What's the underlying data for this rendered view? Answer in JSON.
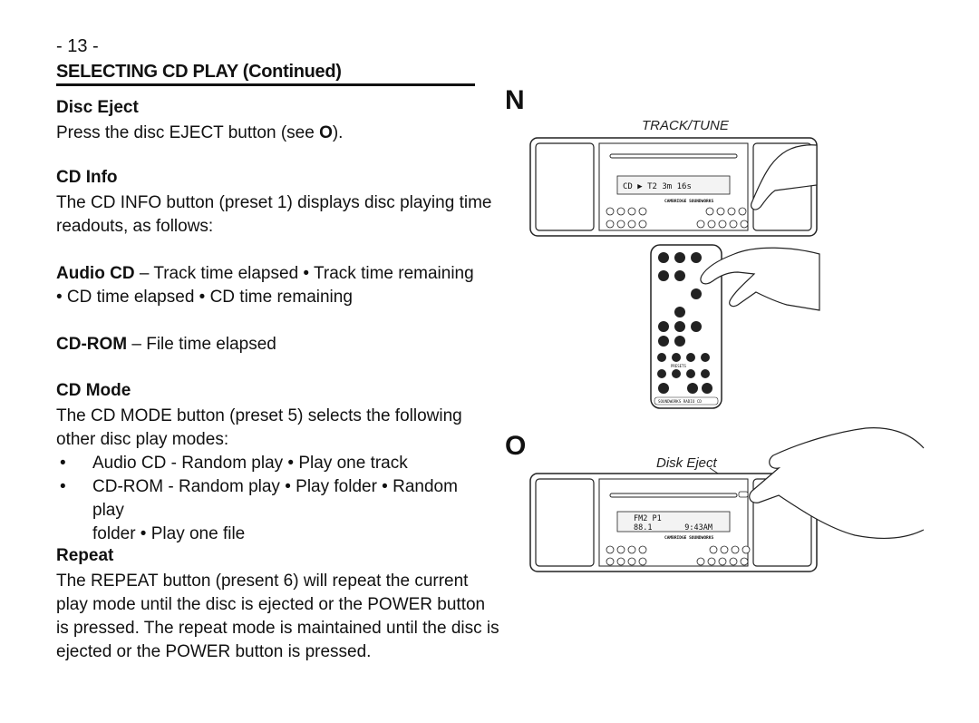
{
  "page_number": "- 13 -",
  "section_title": "SELECTING CD PLAY (Continued)",
  "disc_eject": {
    "heading": "Disc Eject",
    "text_before": "Press the disc EJECT button (see ",
    "text_ref": "O",
    "text_after": ")."
  },
  "cd_info": {
    "heading": "CD Info",
    "line1": "The CD INFO button (preset 1) displays disc playing time",
    "line2": "readouts, as follows:",
    "audio_label": "Audio CD",
    "audio_line1": " – Track time elapsed • Track time remaining",
    "audio_line2": "• CD time elapsed • CD time remaining",
    "cdrom_label": "CD-ROM",
    "cdrom_text": " – File time elapsed"
  },
  "cd_mode": {
    "heading": "CD Mode",
    "line1": "The CD MODE button (preset 5) selects the following",
    "line2": "other disc play modes:",
    "bullets": [
      {
        "dot": "•",
        "line1": "Audio CD - Random play • Play one track",
        "line2": ""
      },
      {
        "dot": "•",
        "line1": "CD-ROM - Random play • Play folder • Random play",
        "line2": "folder • Play one file"
      }
    ]
  },
  "repeat": {
    "heading": "Repeat",
    "line1": "The REPEAT button (present 6) will repeat the current",
    "line2": "play mode until the disc is ejected or the POWER button",
    "line3": "is pressed. The repeat mode is maintained until the disc is",
    "line4": "ejected or the POWER button is pressed."
  },
  "figure_n": {
    "letter": "N",
    "caption": "TRACK/TUNE",
    "display_text": "CD ▶ T2   3m 16s",
    "brand": "CAMBRIDGE SOUNDWORKS"
  },
  "figure_o": {
    "letter": "O",
    "caption": "Disk Eject",
    "display_line1": "FM2 P1",
    "display_line2": "88.1       9:43AM",
    "brand": "CAMBRIDGE SOUNDWORKS"
  },
  "remote": {
    "footer": "SOUNDWORKS RADIO CD",
    "presets_label": "PRESETS"
  },
  "colors": {
    "text": "#111111",
    "line_art": "#222222",
    "display_bg": "#f3f3f3"
  }
}
